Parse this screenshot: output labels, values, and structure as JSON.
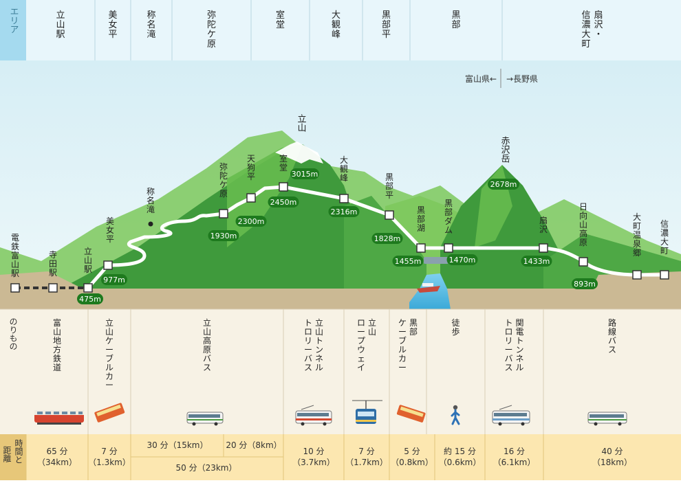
{
  "header": {
    "label": "エリア",
    "areas": [
      "立山駅",
      "美女平",
      "称名滝",
      "弥陀ケ原",
      "室堂",
      "大観峰",
      "黒部平",
      "黒部",
      "扇沢・信濃大町"
    ]
  },
  "prefectures": {
    "left": "富山県←",
    "right": "→長野県"
  },
  "peaks": {
    "tateyama": "立山",
    "akazawa": "赤沢岳"
  },
  "stations": [
    {
      "name": "電鉄富山駅",
      "alt": ""
    },
    {
      "name": "寺田駅",
      "alt": ""
    },
    {
      "name": "立山駅",
      "alt": "475m"
    },
    {
      "name": "美女平",
      "alt": "977m"
    },
    {
      "name": "称名滝",
      "alt": ""
    },
    {
      "name": "弥陀ケ原",
      "alt": "1930m"
    },
    {
      "name": "天狗平",
      "alt": "2300m"
    },
    {
      "name": "室堂",
      "alt": "2450m"
    },
    {
      "name": "大観峰",
      "alt": "2316m"
    },
    {
      "name": "黒部平",
      "alt": "1828m"
    },
    {
      "name": "黒部湖",
      "alt": "1455m"
    },
    {
      "name": "黒部ダム",
      "alt": "1470m"
    },
    {
      "name": "扇沢",
      "alt": "1433m"
    },
    {
      "name": "日向山高原",
      "alt": "893m"
    },
    {
      "name": "大町温泉郷",
      "alt": ""
    },
    {
      "name": "信濃大町",
      "alt": ""
    }
  ],
  "peak_badges": {
    "tateyama": "3015m",
    "akazawa": "2678m"
  },
  "transport": {
    "label": "のりもの",
    "items": [
      "富山地方鉄道",
      "立山ケーブルカー",
      "立山高原バス",
      "立山トンネルトロリーバス",
      "立山ロープウェイ",
      "黒部ケーブルカー",
      "徒歩",
      "関電トンネルトロリーバス",
      "路線バス"
    ]
  },
  "time": {
    "label_line1": "時間と",
    "label_line2": "距離",
    "cells": [
      {
        "time": "65 分",
        "dist": "（34km）"
      },
      {
        "time": "7 分",
        "dist": "（1.3km）"
      },
      {
        "time": "10 分",
        "dist": "（3.7km）"
      },
      {
        "time": "7 分",
        "dist": "（1.7km）"
      },
      {
        "time": "5 分",
        "dist": "（0.8km）"
      },
      {
        "time": "約 15 分",
        "dist": "（0.6km）"
      },
      {
        "time": "16 分",
        "dist": "（6.1km）"
      },
      {
        "time": "40 分",
        "dist": "（18km）"
      }
    ],
    "bus_top_left": "30 分（15km）",
    "bus_top_right": "20 分（8km）",
    "bus_total": "50 分（23km）"
  },
  "colors": {
    "sky": "#dff1f6",
    "header_bg": "#e9f6fb",
    "header_label_bg": "#a5daef",
    "mountain_dark": "#3f9a3c",
    "mountain_light": "#7cc85c",
    "badge": "#1e7a1e",
    "ground": "#cbb994",
    "transport_bg": "#f7f2e5",
    "time_bg": "#fce7b0",
    "label_band": "#e7c779"
  }
}
